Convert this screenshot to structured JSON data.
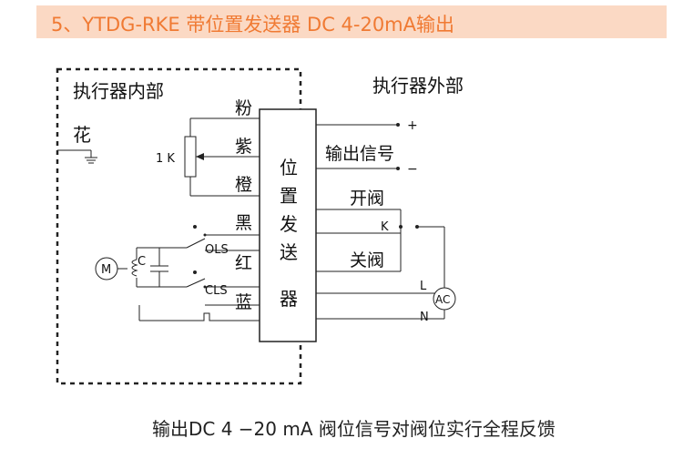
{
  "header": {
    "title": "5、YTDG-RKE    带位置发送器 DC 4-20mA输出",
    "bg_color": "#fbd9c4",
    "text_color": "#f07a33"
  },
  "diagram": {
    "inside_label": "执行器内部",
    "outside_label": "执行器外部",
    "device_chars": [
      "位",
      "置",
      "发",
      "送",
      "器"
    ],
    "wire_colors": [
      "粉",
      "紫",
      "橙",
      "黑",
      "红",
      "蓝"
    ],
    "flower_label": "花",
    "pot_label": "1 K",
    "output_signal": "输出信号",
    "plus": "+",
    "minus": "−",
    "open_valve": "开阀",
    "close_valve": "关阀",
    "k_label": "K",
    "l_label": "L",
    "n_label": "N",
    "ac_label": "AC",
    "motor_label": "M",
    "capacitor_label": "C",
    "ols_label": "OLS",
    "cls_label": "CLS"
  },
  "footer": {
    "caption": "输出DC  4 −20 mA 阀位信号对阀位实行全程反馈"
  }
}
